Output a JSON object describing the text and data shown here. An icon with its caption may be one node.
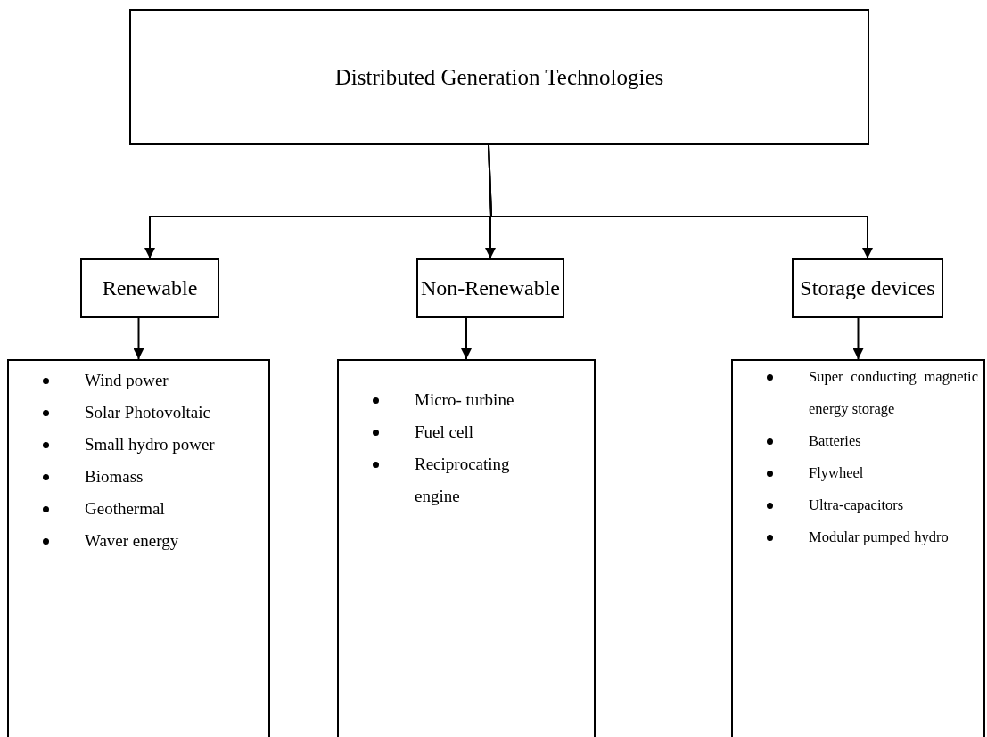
{
  "diagram": {
    "nodes": [
      {
        "text": [
          "Distributed Generation Technologies"
        ]
      },
      {
        "text": [
          "Renewable"
        ]
      },
      {
        "text": [
          "Non-Renewable"
        ]
      },
      {
        "text": [
          "Storage devices"
        ]
      },
      {
        "text": [
          "Wind power",
          "Solar Photovoltaic",
          "Small hydro power",
          "Biomass",
          "Geothermal",
          "Waver energy"
        ]
      },
      {
        "text": [
          "Micro- turbine",
          "Fuel cell",
          "Reciprocating engine"
        ]
      },
      {
        "text": [
          "Super conducting magnetic energy storage",
          "Batteries",
          "Flywheel",
          "Ultra-capacitors",
          "Modular pumped hydro"
        ]
      }
    ],
    "edges": [
      {
        "from": 0,
        "to": 1,
        "arrow": "to"
      },
      {
        "from": 0,
        "to": 2,
        "arrow": "to"
      },
      {
        "from": 0,
        "to": 3,
        "arrow": "to"
      },
      {
        "from": 1,
        "to": 4,
        "arrow": "to"
      },
      {
        "from": 2,
        "to": 5,
        "arrow": "to"
      },
      {
        "from": 3,
        "to": 6,
        "arrow": "to"
      }
    ]
  }
}
